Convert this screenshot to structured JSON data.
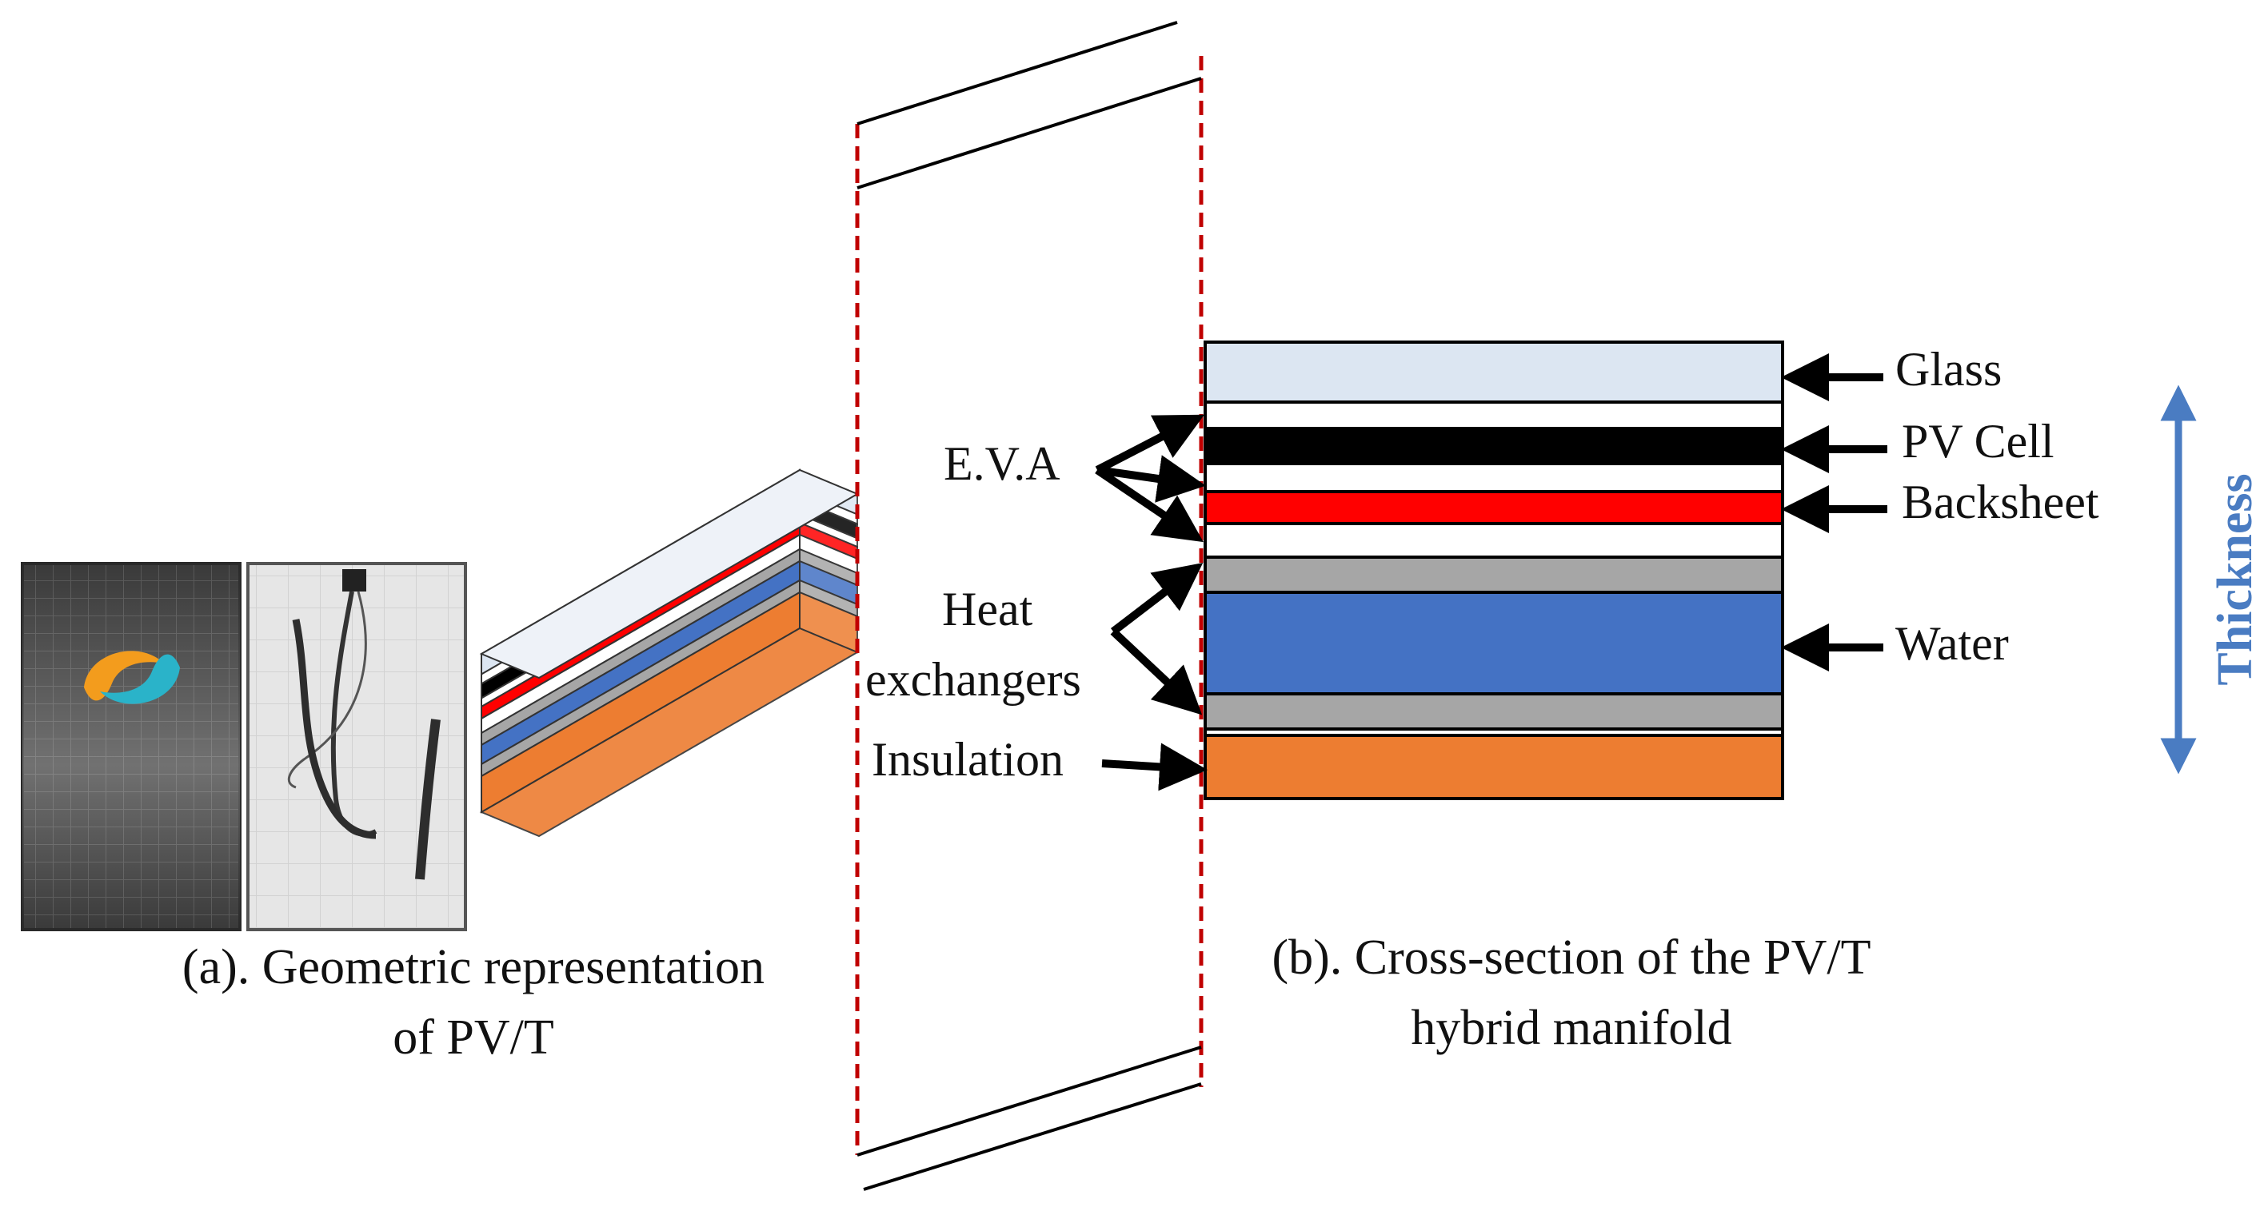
{
  "captions": {
    "a_line1": "(a). Geometric representation",
    "a_line2": "of PV/T",
    "b_line1": "(b). Cross-section of the PV/T",
    "b_line2": "hybrid manifold"
  },
  "left_labels": {
    "eva": "E.V.A",
    "heat_1": "Heat",
    "heat_2": "exchangers",
    "insulation": "Insulation"
  },
  "right_labels": {
    "glass": "Glass",
    "pv_cell": "PV Cell",
    "backsheet": "Backsheet",
    "water": "Water"
  },
  "thickness_label": "Thickness",
  "colors": {
    "glass": "#dce6f2",
    "eva": "#ffffff",
    "pv_cell": "#000000",
    "backsheet": "#ff0000",
    "heat_exchanger": "#a6a6a6",
    "water": "#4472c4",
    "insulation": "#ed7d31",
    "section_line": "#c00000",
    "thickness_arrow": "#4a7cc2"
  },
  "icons": [
    "pv-panel-front-photo",
    "pv-panel-back-photo",
    "company-logo-icon"
  ]
}
